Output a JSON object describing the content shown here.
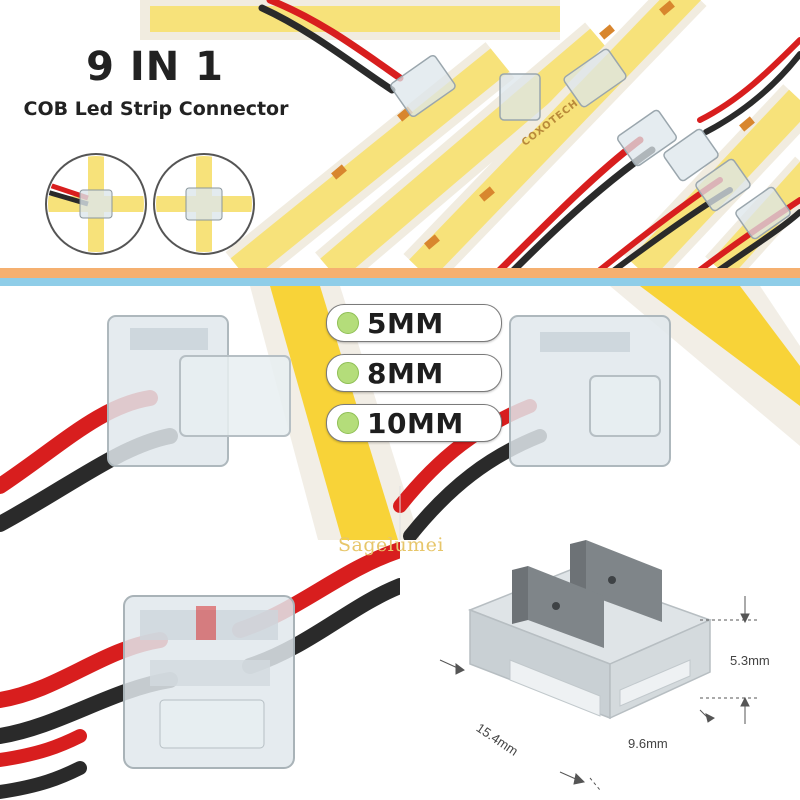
{
  "header": {
    "title": "9 IN 1",
    "subtitle": "COB Led Strip Connector"
  },
  "strip_marking": "COXOTECH",
  "sizes": [
    {
      "label": "5MM"
    },
    {
      "label": "8MM"
    },
    {
      "label": "10MM"
    }
  ],
  "watermark": "Sagelumei",
  "dimensions": {
    "height": "5.3mm",
    "length": "15.4mm",
    "width": "9.6mm"
  },
  "colors": {
    "strip_yellow": "#f7e27a",
    "wire_red": "#d81e1e",
    "wire_black": "#2a2a2a",
    "divider_orange": "#f5b070",
    "divider_blue": "#8fcde8",
    "size_dot_green": "#b4dd7a"
  }
}
